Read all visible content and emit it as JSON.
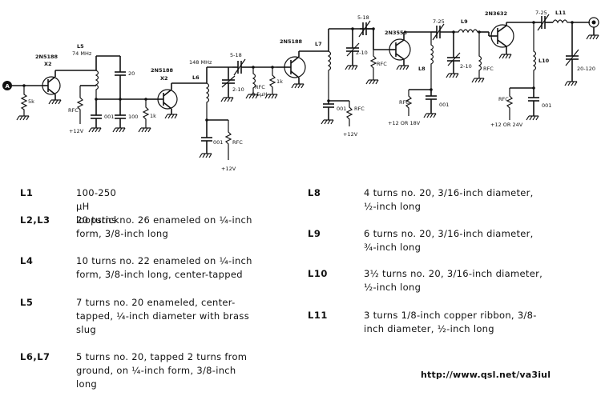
{
  "schematic": {
    "input_label": "A",
    "transistors": {
      "q1": {
        "type": "2N5188",
        "tag": "X2"
      },
      "q2": {
        "type": "2N5188",
        "tag": "X2"
      },
      "q3": {
        "type": "2N5188",
        "tag": ""
      },
      "q4": {
        "type": "2N3553",
        "tag": ""
      },
      "q5": {
        "type": "2N3632",
        "tag": ""
      }
    },
    "inductors": {
      "l5": "L5",
      "l5_freq": "74 MHz",
      "l6": "L6",
      "l6_freq": "148 MHz",
      "l7": "L7",
      "l8": "L8",
      "l9": "L9",
      "l10": "L10",
      "l11": "L11"
    },
    "components": {
      "r_in": "5k",
      "rfc": "RFC",
      "c20": "20",
      "c001": "001",
      "c100": "100",
      "r1k": "1k",
      "trim_5_18": "5-18",
      "trim_2_10": "2-10",
      "trim_7_25": "7-25",
      "trim_20_120": "20-120",
      "rfc_05uh_a": "RFC",
      "rfc_05uh_b": "0.5μH",
      "r1k_b": "1k"
    },
    "supplies": {
      "v12": "+12V",
      "v12_18": "+12 OR 18V",
      "v12_24": "+12 OR 24V"
    }
  },
  "coil_table": {
    "left": [
      {
        "name": "L1",
        "desc_lines": [
          "100-250 μH loopstick"
        ]
      },
      {
        "name": "L2,L3",
        "desc_lines": [
          "20 turns no. 26 enameled on ¼-inch",
          "form, 3/8-inch long"
        ]
      },
      {
        "name": "L4",
        "desc_lines": [
          "10 turns no. 22 enameled on ¼-inch",
          "form, 3/8-inch long, center-tapped"
        ]
      },
      {
        "name": "L5",
        "desc_lines": [
          "7 turns no. 20 enameled, center-",
          "tapped, ¼-inch diameter with brass",
          "slug"
        ]
      },
      {
        "name": "L6,L7",
        "desc_lines": [
          "5 turns no. 20, tapped 2 turns from",
          "ground, on ¼-inch form, 3/8-inch",
          "long"
        ]
      }
    ],
    "right": [
      {
        "name": "L8",
        "desc_lines": [
          "4 turns no. 20, 3/16-inch diameter,",
          "½-inch long"
        ]
      },
      {
        "name": "L9",
        "desc_lines": [
          "6 turns no. 20, 3/16-inch diameter,",
          "¾-inch long"
        ]
      },
      {
        "name": "L10",
        "desc_lines": [
          "3½ turns no. 20, 3/16-inch diameter,",
          "½-inch long"
        ]
      },
      {
        "name": "L11",
        "desc_lines": [
          "3 turns 1/8-inch copper ribbon, 3/8-",
          "inch diameter, ½-inch long"
        ]
      }
    ]
  },
  "url": "http://www.qsl.net/va3iul"
}
